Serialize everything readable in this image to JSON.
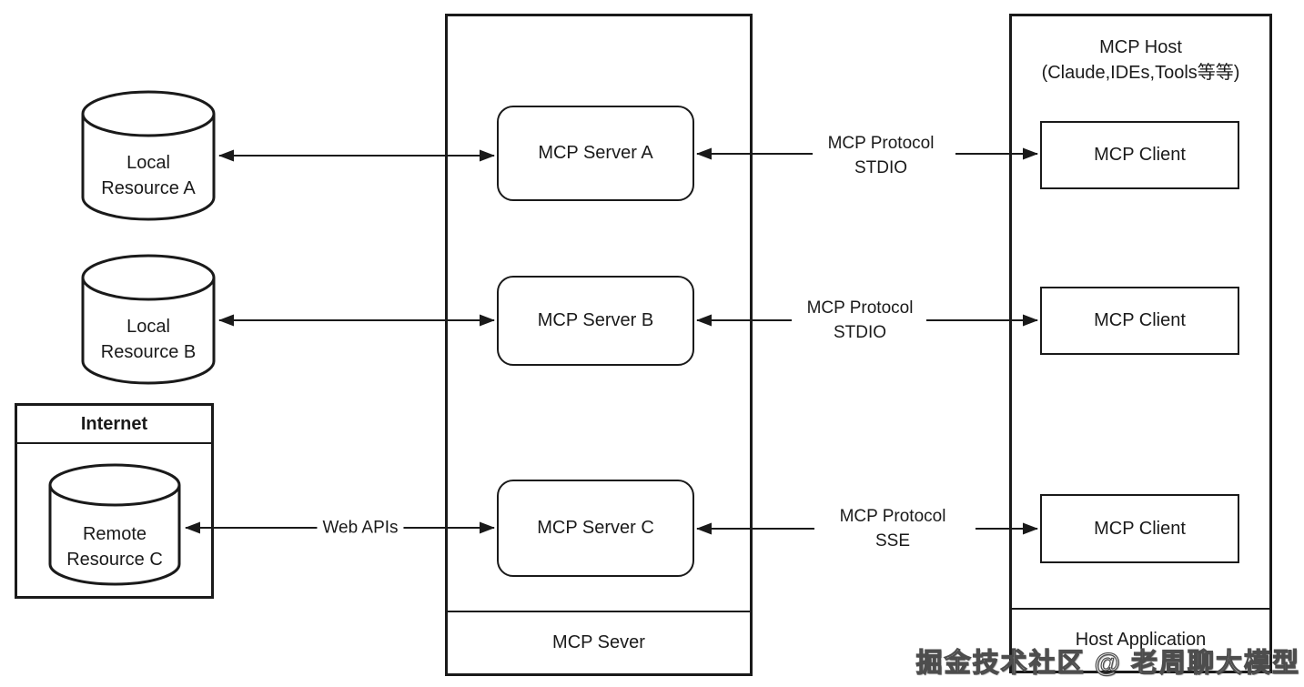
{
  "diagram": {
    "left": {
      "resources": [
        {
          "label": "Local\nResource A"
        },
        {
          "label": "Local\nResource B"
        }
      ],
      "internet": {
        "title": "Internet",
        "resource": {
          "label": "Remote\nResource C"
        }
      }
    },
    "server_container": {
      "footer_label": "MCP Sever",
      "servers": [
        {
          "label": "MCP Server A"
        },
        {
          "label": "MCP Server B"
        },
        {
          "label": "MCP Server C"
        }
      ]
    },
    "host_container": {
      "title": "MCP Host\n(Claude,IDEs,Tools等等)",
      "footer_label": "Host Application",
      "clients": [
        {
          "label": "MCP Client"
        },
        {
          "label": "MCP Client"
        },
        {
          "label": "MCP Client"
        }
      ]
    },
    "connections": {
      "web_apis_label": "Web APIs",
      "protocol_labels": [
        "MCP Protocol\nSTDIO",
        "MCP Protocol\nSTDIO",
        "MCP Protocol\nSSE"
      ]
    },
    "watermark": "掘金技术社区 @ 老周聊大模型",
    "colors": {
      "stroke": "#1a1a1a",
      "background": "#ffffff"
    }
  }
}
